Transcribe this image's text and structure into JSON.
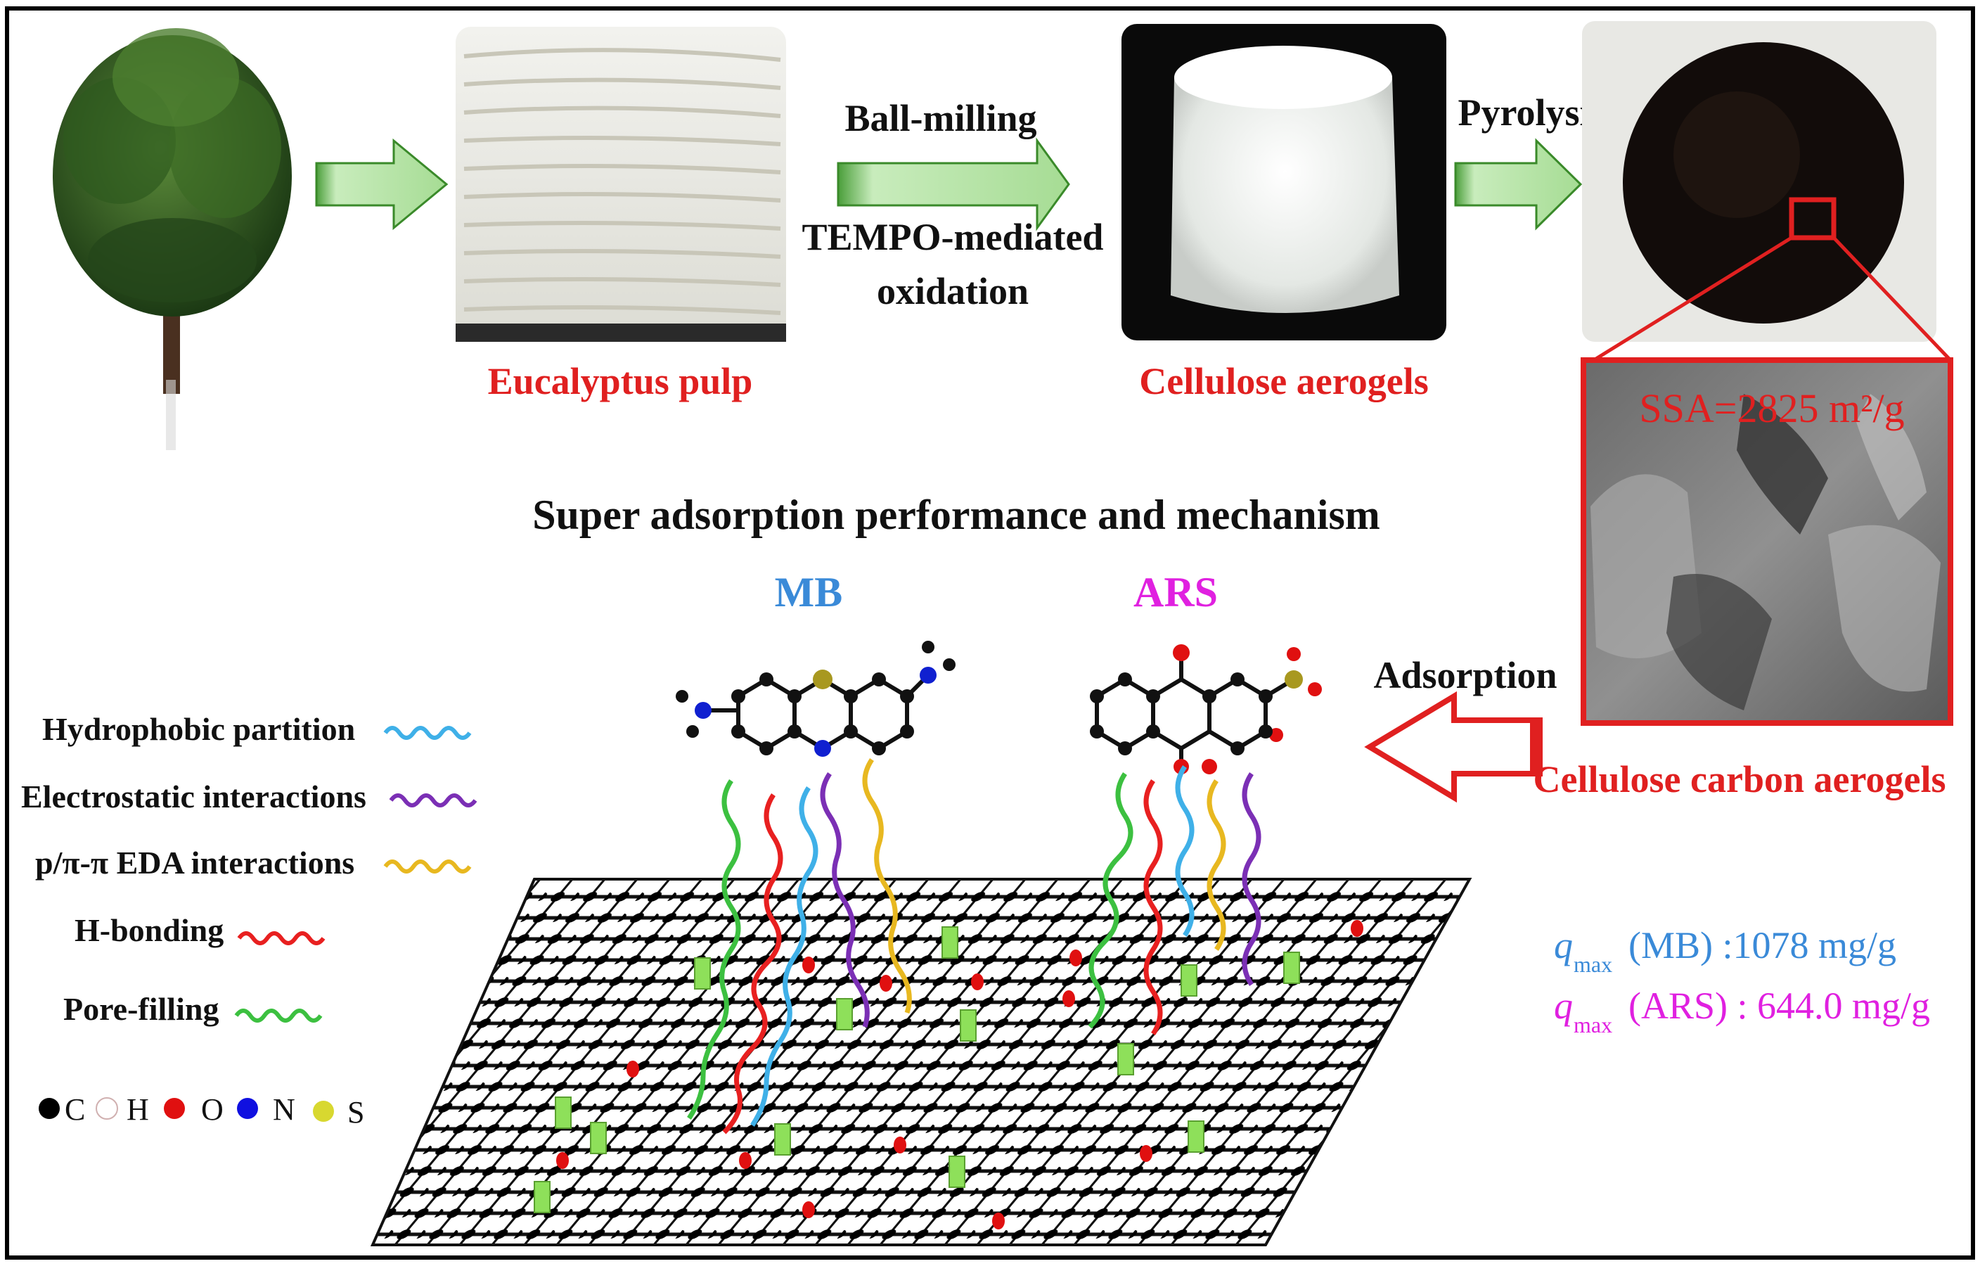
{
  "process": {
    "step1_label": "Ball-milling",
    "step1b_label": "TEMPO-mediated",
    "step1c_label": "oxidation",
    "step2_label": "Pyrolysis",
    "pulp_caption": "Eucalyptus pulp",
    "aerogel_caption": "Cellulose aerogels",
    "carbon_caption": "Cellulose carbon aerogels",
    "ssa_label": "SSA=2825 m²/g",
    "adsorption_label": "Adsorption"
  },
  "mechanism": {
    "title": "Super adsorption performance and mechanism",
    "mb_label": "MB",
    "ars_label": "ARS",
    "legend": [
      {
        "label": "Hydrophobic partition",
        "color": "#3fb0e8"
      },
      {
        "label": "Electrostatic interactions",
        "color": "#7b2fb5"
      },
      {
        "label": "p/π-π EDA interactions",
        "color": "#e8b820"
      },
      {
        "label": "H-bonding",
        "color": "#e82020"
      },
      {
        "label": "Pore-filling",
        "color": "#3cc040"
      }
    ],
    "atoms": [
      {
        "symbol": "C",
        "color": "#000000"
      },
      {
        "symbol": "H",
        "color": "#ffffff"
      },
      {
        "symbol": "O",
        "color": "#e01010"
      },
      {
        "symbol": "N",
        "color": "#1010e0"
      },
      {
        "symbol": "S",
        "color": "#d8d830"
      }
    ]
  },
  "capacity": {
    "mb_q": "q",
    "mb_sub": "max",
    "mb_text": "(MB) :1078 mg/g",
    "ars_q": "q",
    "ars_sub": "max",
    "ars_text": "(ARS) : 644.0 mg/g"
  },
  "colors": {
    "caption_red": "#e02020",
    "mb_blue": "#3a8ad8",
    "ars_magenta": "#e020e0",
    "arrow_green": "#9ed88a"
  }
}
